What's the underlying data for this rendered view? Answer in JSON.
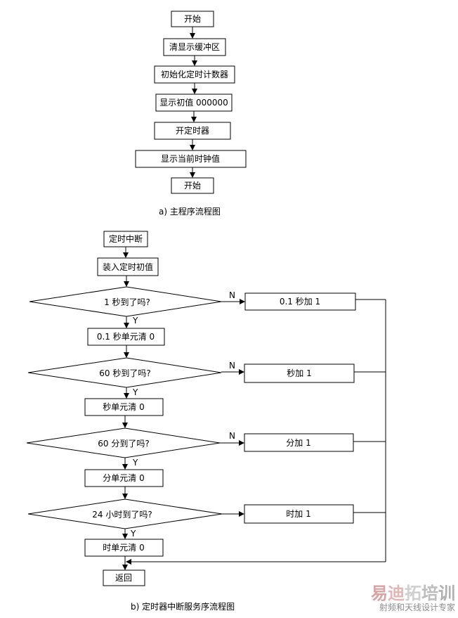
{
  "main": {
    "start_top": "开始",
    "clear_buffer": "清显示缓冲区",
    "init_counter": "初始化定时计数器",
    "show_initial": "显示初值 000000",
    "start_timer": "开定时器",
    "show_clock": "显示当前时钟值",
    "start_bottom": "开始",
    "caption": "a)   主程序流程图"
  },
  "isr": {
    "timer_interrupt": "定时中断",
    "load_initial": "装入定时初值",
    "q_1s": "1 秒到了吗?",
    "tenth_add": "0.1 秒加 1",
    "tenth_clear": "0.1 秒单元清 0",
    "q_60s": "60 秒到了吗?",
    "sec_add": "秒加 1",
    "sec_clear": "秒单元清 0",
    "q_60m": "60 分到了吗?",
    "min_add": "分加 1",
    "min_clear": "分单元清 0",
    "q_24h": "24 小时到了吗?",
    "hour_add": "时加 1",
    "hour_clear": "时单元清 0",
    "return": "返回",
    "caption": "b)   定时器中断服务序流程图"
  },
  "branch": {
    "yes": "Y",
    "no": "N"
  },
  "watermark": {
    "brand_chars": [
      "易",
      "迪",
      "拓",
      "培",
      "训"
    ],
    "tagline": "射频和天线设计专家"
  }
}
